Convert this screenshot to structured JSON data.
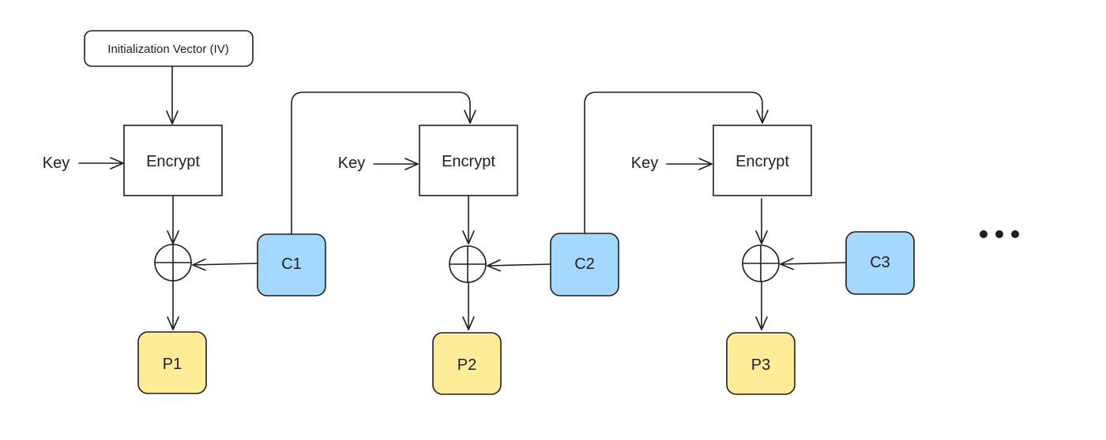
{
  "diagram": {
    "iv_label": "Initialization Vector (IV)",
    "stages": [
      {
        "key_label": "Key",
        "encrypt_label": "Encrypt",
        "cipher_label": "C1",
        "plain_label": "P1"
      },
      {
        "key_label": "Key",
        "encrypt_label": "Encrypt",
        "cipher_label": "C2",
        "plain_label": "P2"
      },
      {
        "key_label": "Key",
        "encrypt_label": "Encrypt",
        "cipher_label": "C3",
        "plain_label": "P3"
      }
    ],
    "continuation": "...",
    "colors": {
      "ciphertext_fill": "#a5d8ff",
      "plaintext_fill": "#ffec99",
      "stroke": "#1e1e1e"
    }
  }
}
